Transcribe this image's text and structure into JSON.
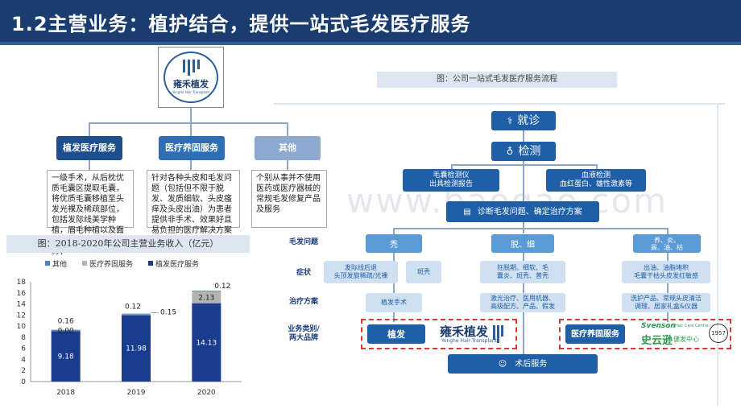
{
  "header": {
    "title": "1.2主营业务：植护结合，提供一站式毛发医疗服务"
  },
  "logo": {
    "cn": "雍禾植发",
    "en": "Yonghe Hair Transplant"
  },
  "categories": [
    {
      "label": "植发医疗服务",
      "desc": "一级手术，从后枕优质毛囊区提取毛囊，将优质毛囊移植至头发光裸及稀疏部位，包括发际线美学种植，眉毛种植以及面对女性的定制化服务；"
    },
    {
      "label": "医疗养固服务",
      "desc": "针对各种头皮和毛发问题（包括但不限于脱发、发质细软、头皮瘙痒及头皮出油）为患者提供非手术、效果好且易负担的医疗解决方案"
    },
    {
      "label": "其他",
      "desc": "个别从事并不使用医药或医疗器械的常规毛发修复产品及服务"
    }
  ],
  "bar_title": "图：2018-2020年公司主营业务收入（亿元）",
  "flow_title": "图：公司一站式毛发医疗服务流程",
  "watermark": "www.baogao.com",
  "chart_data": {
    "type": "bar",
    "stacked": true,
    "categories": [
      "2018",
      "2019",
      "2020"
    ],
    "series": [
      {
        "name": "植发医疗服务",
        "color": "#1a3c8f",
        "values": [
          9.18,
          11.98,
          14.13
        ]
      },
      {
        "name": "医疗养固服务",
        "color": "#b3b3b3",
        "values": [
          0.0,
          0.15,
          2.13
        ]
      },
      {
        "name": "其他",
        "color": "#4f81bd",
        "values": [
          0.16,
          0.12,
          0.12
        ]
      }
    ],
    "legend_order": [
      "其他",
      "医疗养固服务",
      "植发医疗服务"
    ],
    "labels": {
      "2018": [
        "9.18",
        "0.00",
        "0.16"
      ],
      "2019": [
        "11.98",
        "0.15",
        "0.12"
      ],
      "2020": [
        "14.13",
        "2.13",
        "0.12"
      ]
    },
    "ylim": [
      0,
      18
    ],
    "yticks": [
      0,
      2,
      4,
      6,
      8,
      10,
      12,
      14,
      16,
      18
    ],
    "legend_position": "top"
  },
  "flow": {
    "visit": "就诊",
    "test": "检测",
    "test_a": "毛囊检测仪\n出具检测报告",
    "test_b": "血液检测\n血红蛋白、雄性激素等",
    "diagnose": "诊断毛发问题、确定治疗方案",
    "row_labels": [
      "毛发问题",
      "症状",
      "治疗方案",
      "业务类别/\n两大品牌"
    ],
    "problems": [
      "秃",
      "脱、细",
      "养、炎、\n屑、油、枯"
    ],
    "symptoms": [
      "发际线后退\n头顶发旋稀疏/光裸",
      "斑秃",
      "狂脱期、细软、毛\n囊炎、斑秃、普秃",
      "出油、油脂堵积\n毛囊干枯头皮发红敏感"
    ],
    "treatments": [
      "植发手术",
      "激光治疗、医用机器、\n高级配方、产品、假发",
      "洗护产品、常规头皮清洁\n调理、居家礼盒&仪器"
    ],
    "business": [
      "植发",
      "医疗养固服务"
    ],
    "brand1": "雍禾植发",
    "brand1_en": "Yonghe Hair Transplant",
    "brand2_en": "Svenson",
    "brand2_sub": "Hair Care Centre",
    "brand2": "史云逊",
    "brand2_tail": "健发中心",
    "badge": "1957",
    "after": "术后服务"
  }
}
